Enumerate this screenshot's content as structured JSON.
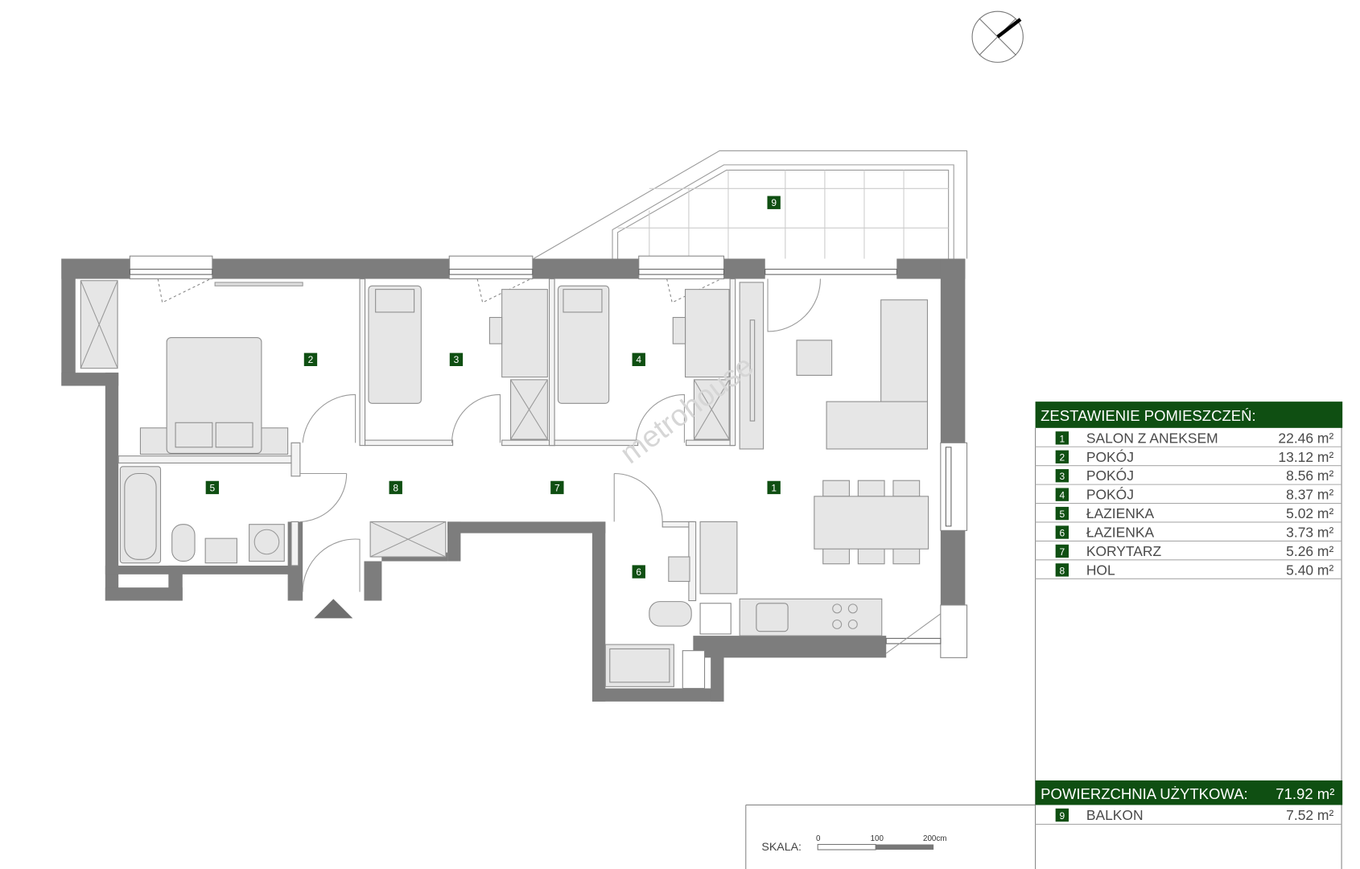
{
  "watermark": "metrohouse",
  "colors": {
    "accent": "#0f4f12",
    "wall": "#7d7d7d"
  },
  "rooms_on_plan": [
    "1",
    "2",
    "3",
    "4",
    "5",
    "6",
    "7",
    "8",
    "9"
  ],
  "table": {
    "title": "ZESTAWIENIE POMIESZCZEŃ:",
    "rows": [
      {
        "no": "1",
        "name": "SALON Z ANEKSEM",
        "area": "22.46 m²"
      },
      {
        "no": "2",
        "name": "POKÓJ",
        "area": "13.12 m²"
      },
      {
        "no": "3",
        "name": "POKÓJ",
        "area": "8.56 m²"
      },
      {
        "no": "4",
        "name": "POKÓJ",
        "area": "8.37 m²"
      },
      {
        "no": "5",
        "name": "ŁAZIENKA",
        "area": "5.02 m²"
      },
      {
        "no": "6",
        "name": "ŁAZIENKA",
        "area": "3.73 m²"
      },
      {
        "no": "7",
        "name": "KORYTARZ",
        "area": "5.26 m²"
      },
      {
        "no": "8",
        "name": "HOL",
        "area": "5.40 m²"
      }
    ],
    "total_label": "POWIERZCHNIA UŻYTKOWA:",
    "total_value": "71.92 m²",
    "extra": {
      "no": "9",
      "name": "BALKON",
      "area": "7.52 m²"
    }
  },
  "scale": {
    "label": "SKALA:",
    "ticks": [
      "0",
      "100",
      "200cm"
    ]
  }
}
